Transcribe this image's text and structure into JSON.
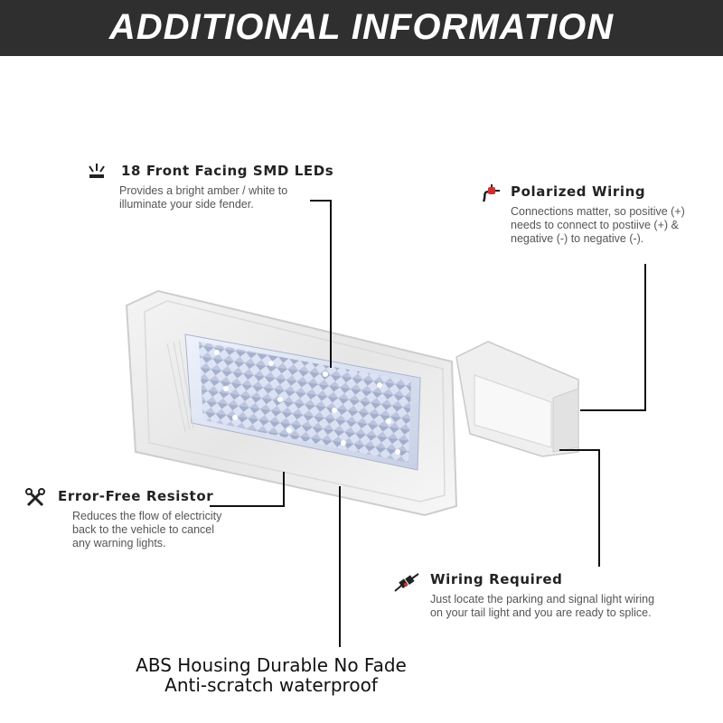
{
  "banner": {
    "title": "ADDITIONAL INFORMATION"
  },
  "features": {
    "leds": {
      "icon": "led-light-icon",
      "title": "18 Front Facing SMD LEDs",
      "description": "Provides a bright amber / white to\nilluminate your side fender."
    },
    "polarized": {
      "icon": "plug-wire-icon",
      "title": "Polarized Wiring",
      "description": "Connections matter, so positive (+)\nneeds to connect to postiive (+) &\nnegative (-) to negative (-)."
    },
    "resistor": {
      "icon": "tools-icon",
      "title": "Error-Free Resistor",
      "description": "Reduces the flow of electricity\nback to the vehicle to cancel\nany warning lights."
    },
    "wiring": {
      "icon": "connector-icon",
      "title": "Wiring Required",
      "description": "Just locate the parking and signal light wiring\non your tail light and you are ready to splice."
    }
  },
  "bottom": {
    "line1": "ABS Housing Durable No Fade",
    "line2": "Anti-scratch waterproof"
  },
  "colors": {
    "banner": "#2f2f2f",
    "accent": "#d32f2f",
    "led": "#dfe6f8"
  }
}
